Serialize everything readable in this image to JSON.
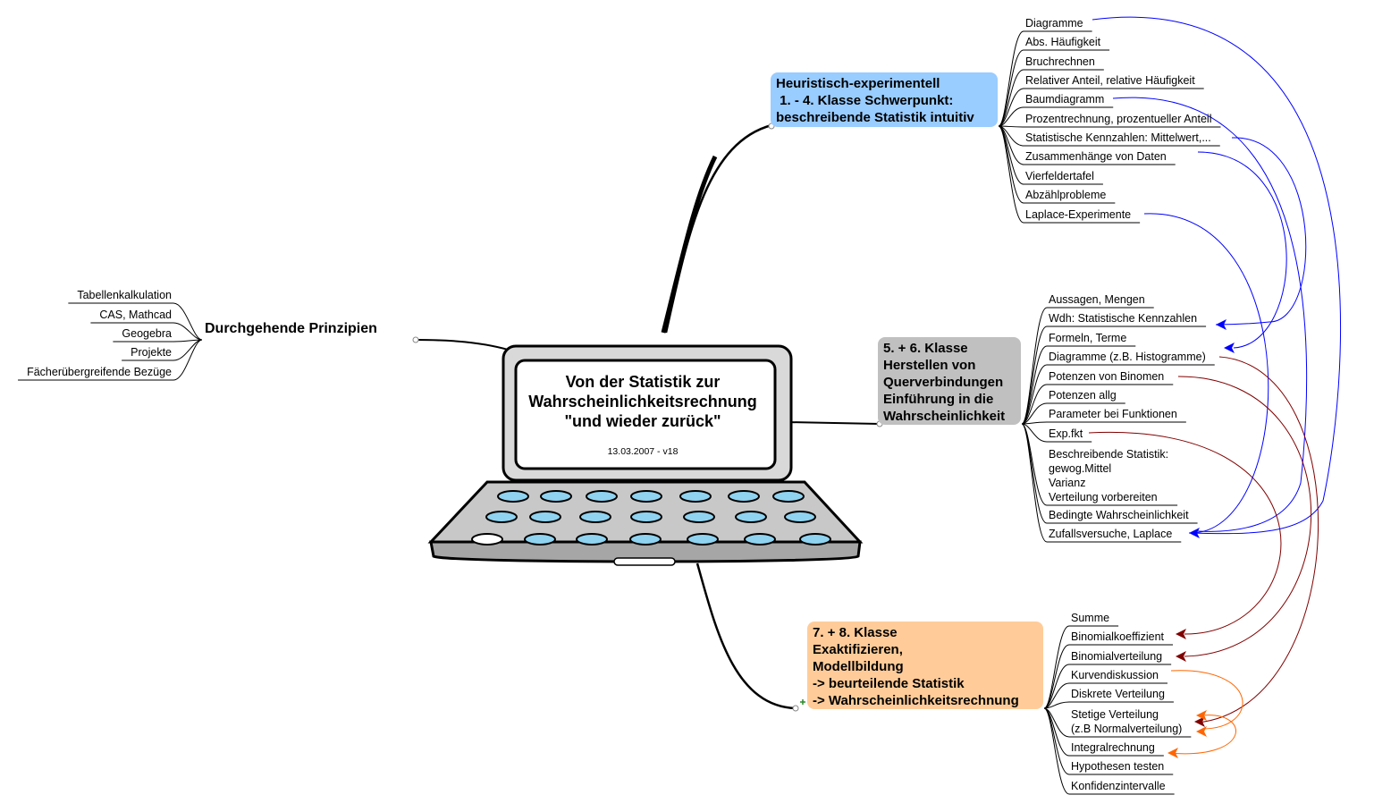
{
  "center": {
    "title": "Von der Statistik zur\nWahrscheinlichkeitsrechnung\n\"und wieder zurück\"",
    "date": "13.03.2007 - v18"
  },
  "branches": {
    "left": {
      "label": "Durchgehende Prinzipien",
      "items": [
        "Tabellenkalkulation",
        "CAS, Mathcad",
        "Geogebra",
        "Projekte",
        "Fächerübergreifende Bezüge"
      ]
    },
    "heuristisch": {
      "label": "Heuristisch-experimentell\n 1. - 4. Klasse Schwerpunkt:\nbeschreibende Statistik intuitiv",
      "items": [
        "Diagramme",
        "Abs. Häufigkeit",
        "Bruchrechnen",
        "Relativer Anteil, relative Häufigkeit",
        "Baumdiagramm",
        "Prozentrechnung, prozentueller Anteil",
        "Statistische Kennzahlen: Mittelwert,...",
        "Zusammenhänge von Daten",
        "Vierfeldertafel",
        "Abzählprobleme",
        "Laplace-Experimente"
      ]
    },
    "klasse56": {
      "label": "5. + 6. Klasse\nHerstellen von\nQuerverbindungen\nEinführung in die\nWahrscheinlichkeit",
      "items": [
        "Aussagen, Mengen",
        "Wdh: Statistische Kennzahlen",
        "Formeln, Terme",
        "Diagramme (z.B. Histogramme)",
        "Potenzen von Binomen",
        "Potenzen allg",
        "Parameter bei Funktionen",
        "Exp.fkt",
        "Beschreibende Statistik:\ngewog.Mittel\nVarianz\nVerteilung vorbereiten",
        "Bedingte Wahrscheinlichkeit",
        "Zufallsversuche, Laplace"
      ]
    },
    "klasse78": {
      "label": "7. + 8. Klasse\nExaktifizieren,\nModellbildung\n-> beurteilende Statistik\n-> Wahrscheinlichkeitsrechnung",
      "items": [
        "Summe",
        "Binomialkoeffizient",
        "Binomialverteilung",
        "Kurvendiskussion",
        "Diskrete Verteilung",
        "Stetige Verteilung\n(z.B Normalverteilung)",
        "Integralrechnung",
        "Hypothesen testen",
        "Konfidenzintervalle"
      ]
    }
  },
  "colors": {
    "heuristisch_fill": "#99ccff",
    "klasse56_fill": "#c0c0c0",
    "klasse78_fill": "#ffcc99",
    "link_blue": "#0000ff",
    "link_darkred": "#800000",
    "link_orange": "#ff6600",
    "key_fill": "#8fd3f0",
    "laptop_body": "#d9d9d9",
    "laptop_base": "#a6a6a6"
  }
}
